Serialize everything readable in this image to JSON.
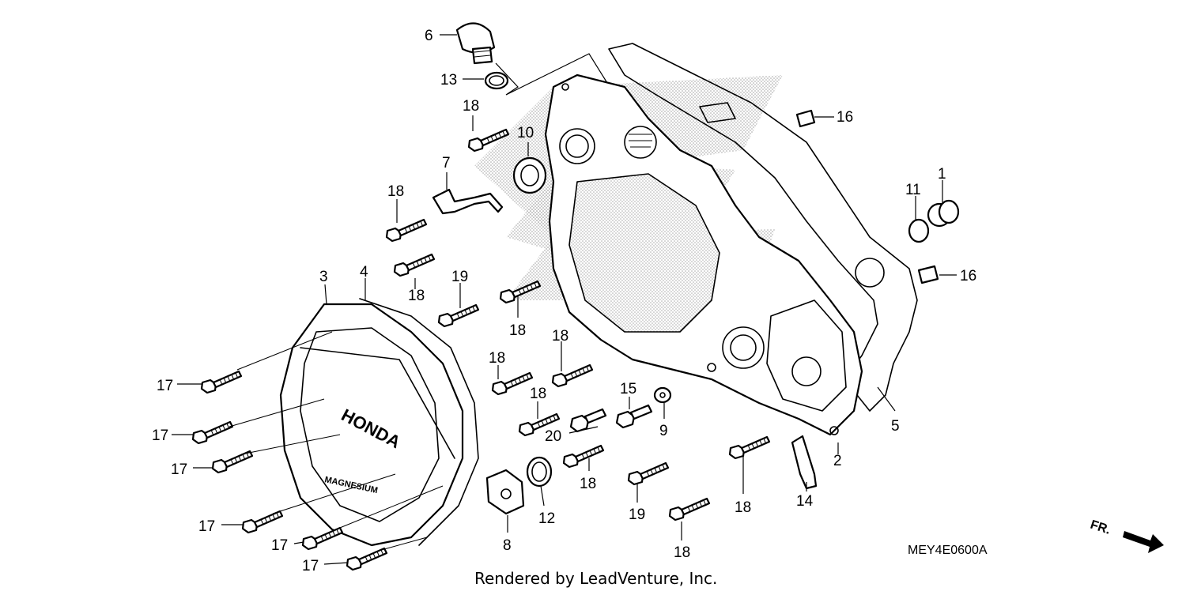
{
  "diagram": {
    "callouts": [
      {
        "id": "p6",
        "text": "6"
      },
      {
        "id": "p13",
        "text": "13"
      },
      {
        "id": "p18a",
        "text": "18"
      },
      {
        "id": "p10",
        "text": "10"
      },
      {
        "id": "p7",
        "text": "7"
      },
      {
        "id": "p18b",
        "text": "18"
      },
      {
        "id": "p18c",
        "text": "18"
      },
      {
        "id": "p19a",
        "text": "19"
      },
      {
        "id": "p18d",
        "text": "18"
      },
      {
        "id": "p3",
        "text": "3"
      },
      {
        "id": "p4",
        "text": "4"
      },
      {
        "id": "p16a",
        "text": "16"
      },
      {
        "id": "p11",
        "text": "11"
      },
      {
        "id": "p1",
        "text": "1"
      },
      {
        "id": "p16b",
        "text": "16"
      },
      {
        "id": "p18e",
        "text": "18"
      },
      {
        "id": "p18f",
        "text": "18"
      },
      {
        "id": "p18g",
        "text": "18"
      },
      {
        "id": "p15",
        "text": "15"
      },
      {
        "id": "p9",
        "text": "9"
      },
      {
        "id": "p20",
        "text": "20"
      },
      {
        "id": "p5",
        "text": "5"
      },
      {
        "id": "p2",
        "text": "2"
      },
      {
        "id": "p18h",
        "text": "18"
      },
      {
        "id": "p19b",
        "text": "19"
      },
      {
        "id": "p18i",
        "text": "18"
      },
      {
        "id": "p14",
        "text": "14"
      },
      {
        "id": "p12",
        "text": "12"
      },
      {
        "id": "p8",
        "text": "8"
      },
      {
        "id": "p18j",
        "text": "18"
      },
      {
        "id": "p17a",
        "text": "17"
      },
      {
        "id": "p17b",
        "text": "17"
      },
      {
        "id": "p17c",
        "text": "17"
      },
      {
        "id": "p17d",
        "text": "17"
      },
      {
        "id": "p17e",
        "text": "17"
      },
      {
        "id": "p17f",
        "text": "17"
      }
    ],
    "cover_brand": "HONDA",
    "cover_material": "MAGNESIUM",
    "diagram_code": "MEY4E0600A",
    "front_marker": "FR.",
    "credit": "Rendered by LeadVenture, Inc."
  }
}
